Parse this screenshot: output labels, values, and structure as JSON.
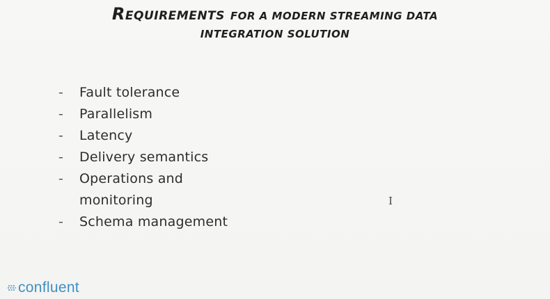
{
  "slide": {
    "title_word": "Requirements",
    "title_rest": "for a modern streaming data",
    "title_line2": "integration solution",
    "items": [
      "Fault tolerance",
      "Parallelism",
      "Latency",
      "Delivery semantics",
      "Operations and",
      "monitoring",
      "Schema management"
    ],
    "bullet": "-"
  },
  "logo": {
    "text": "confluent",
    "icon": "confluent-logo-icon",
    "color": "#3f8fc4"
  },
  "cursor": {
    "icon": "text-cursor-icon",
    "glyph": "I"
  }
}
